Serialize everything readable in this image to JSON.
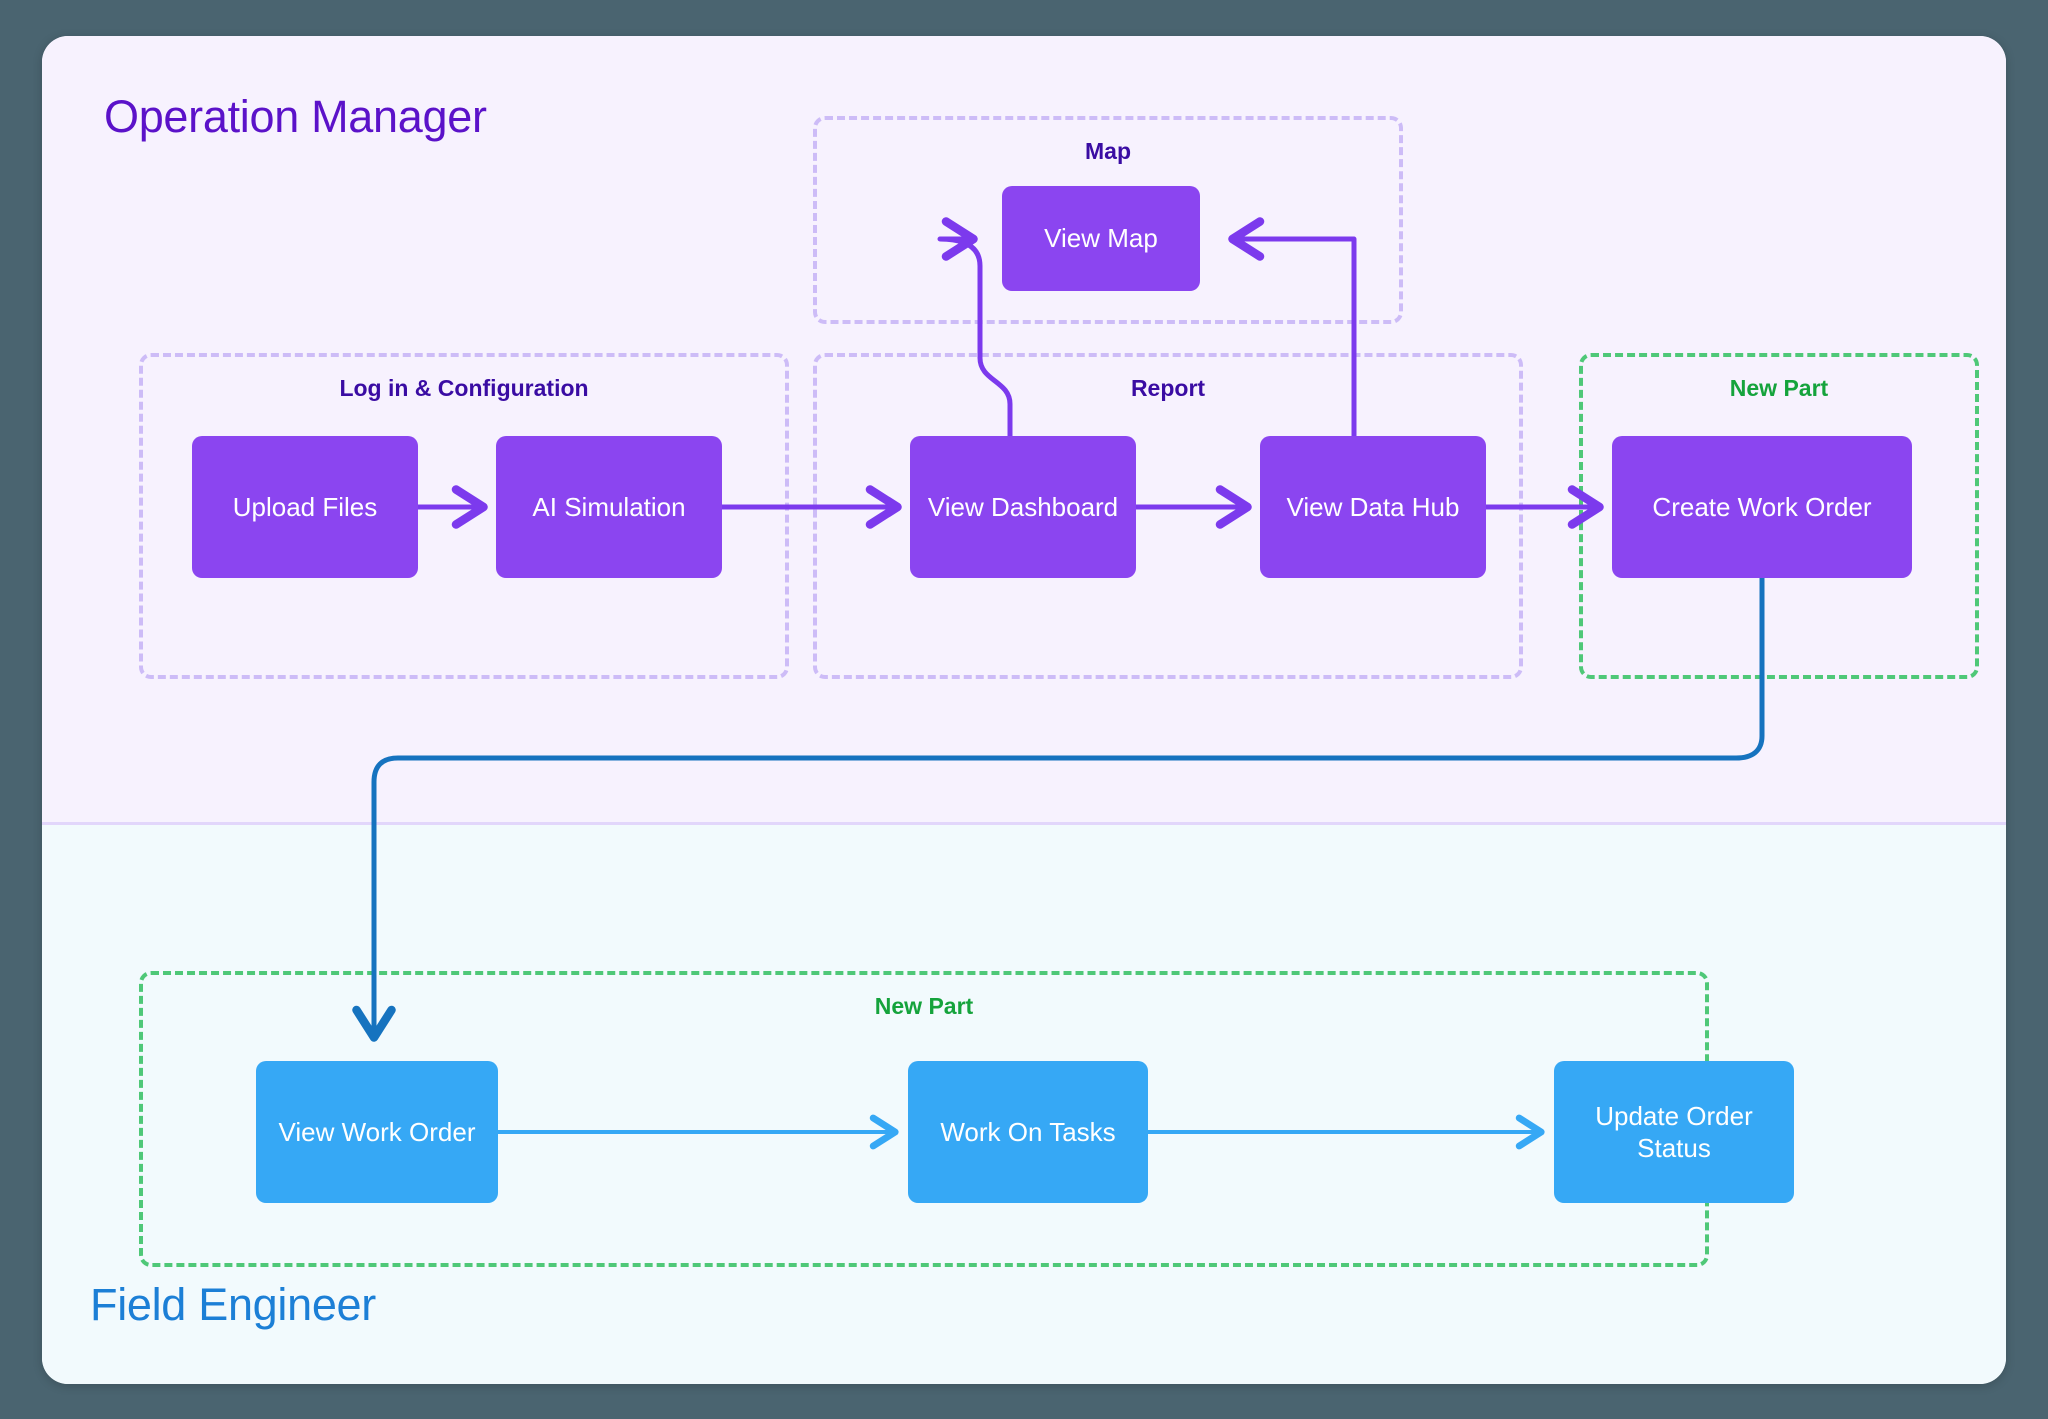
{
  "diagram": {
    "type": "flowchart",
    "lanes": [
      {
        "id": "operation-manager",
        "title": "Operation Manager",
        "color": "#5b12c9"
      },
      {
        "id": "field-engineer",
        "title": "Field Engineer",
        "color": "#1c7fd6"
      }
    ],
    "groups": [
      {
        "id": "map",
        "label": "Map",
        "style": "purple",
        "color": "#3a0ca3",
        "border": "#cdbcf7"
      },
      {
        "id": "login",
        "label": "Log in & Configuration",
        "style": "purple",
        "color": "#3a0ca3",
        "border": "#cdbcf7"
      },
      {
        "id": "report",
        "label": "Report",
        "style": "purple",
        "color": "#3a0ca3",
        "border": "#cdbcf7"
      },
      {
        "id": "newpart1",
        "label": "New Part",
        "style": "green",
        "color": "#15a33c",
        "border": "#4fc878"
      },
      {
        "id": "newpart2",
        "label": "New Part",
        "style": "green",
        "color": "#15a33c",
        "border": "#4fc878"
      }
    ],
    "nodes": [
      {
        "id": "view-map",
        "label": "View Map",
        "group": "map",
        "color": "#8b45f0"
      },
      {
        "id": "upload-files",
        "label": "Upload Files",
        "group": "login",
        "color": "#8b45f0"
      },
      {
        "id": "ai-simulation",
        "label": "AI Simulation",
        "group": "login",
        "color": "#8b45f0"
      },
      {
        "id": "view-dashboard",
        "label": "View Dashboard",
        "group": "report",
        "color": "#8b45f0"
      },
      {
        "id": "view-data-hub",
        "label": "View Data Hub",
        "group": "report",
        "color": "#8b45f0"
      },
      {
        "id": "create-work-order",
        "label": "Create Work Order",
        "group": "newpart1",
        "color": "#8b45f0"
      },
      {
        "id": "view-work-order",
        "label": "View Work Order",
        "group": "newpart2",
        "color": "#36a8f5"
      },
      {
        "id": "work-on-tasks",
        "label": "Work On Tasks",
        "group": "newpart2",
        "color": "#36a8f5"
      },
      {
        "id": "update-order-status",
        "label": "Update Order Status",
        "group": "newpart2",
        "color": "#36a8f5"
      }
    ],
    "edges": [
      {
        "from": "upload-files",
        "to": "ai-simulation",
        "color": "#7c3aed"
      },
      {
        "from": "ai-simulation",
        "to": "view-dashboard",
        "color": "#7c3aed"
      },
      {
        "from": "view-dashboard",
        "to": "view-data-hub",
        "color": "#7c3aed"
      },
      {
        "from": "view-data-hub",
        "to": "create-work-order",
        "color": "#7c3aed"
      },
      {
        "from": "view-dashboard",
        "to": "view-map",
        "color": "#7c3aed"
      },
      {
        "from": "view-data-hub",
        "to": "view-map",
        "color": "#7c3aed"
      },
      {
        "from": "create-work-order",
        "to": "view-work-order",
        "color": "#1673bf"
      },
      {
        "from": "view-work-order",
        "to": "work-on-tasks",
        "color": "#36a8f5"
      },
      {
        "from": "work-on-tasks",
        "to": "update-order-status",
        "color": "#36a8f5"
      }
    ],
    "colors": {
      "canvas_background": "#4a6470",
      "lane_top_background": "#f7f2fe",
      "lane_bottom_background": "#f2fafd",
      "purple_node": "#8b45f0",
      "blue_node": "#36a8f5",
      "green_dashed": "#4fc878",
      "purple_dashed": "#cdbcf7"
    }
  }
}
